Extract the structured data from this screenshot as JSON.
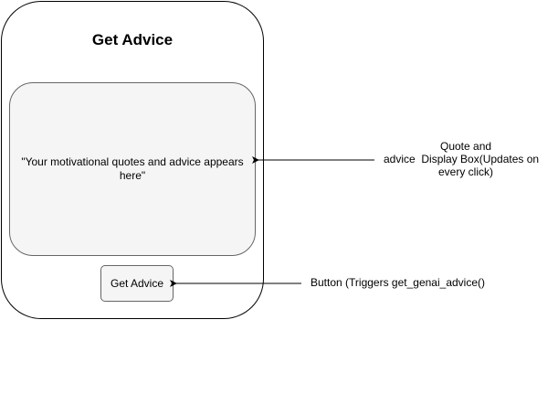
{
  "app": {
    "title": "Get Advice"
  },
  "display_box": {
    "text": "\"Your motivational quotes and advice appears here\""
  },
  "button": {
    "label": "Get Advice"
  },
  "annotations": {
    "display_box_line1": "Quote and",
    "display_box_line2": "advice  Display Box(Updates on",
    "display_box_line3": "every click)",
    "button": "Button (Triggers get_genai_advice()"
  },
  "colors": {
    "frame_border": "#000000",
    "box_fill": "#f5f5f5",
    "box_border": "#666666"
  }
}
